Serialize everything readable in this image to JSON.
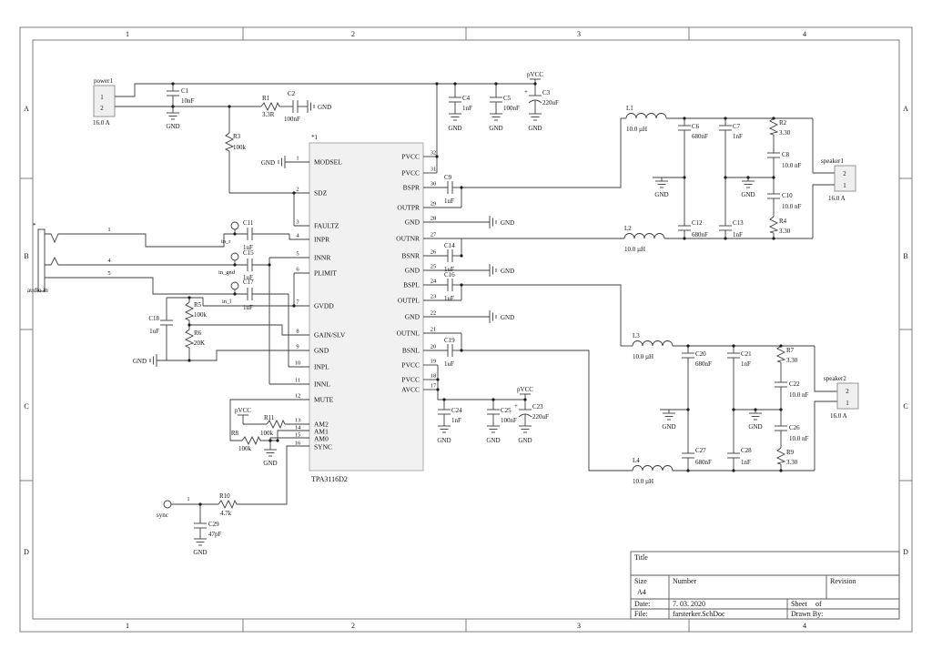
{
  "grid": {
    "cols": [
      "1",
      "2",
      "3",
      "4"
    ],
    "rows": [
      "A",
      "B",
      "C",
      "D"
    ]
  },
  "labels": {
    "gnd": "GND",
    "pvcc": "pVCC",
    "star": "*",
    "audio_in": "audio in",
    "plus": "+"
  },
  "ic": {
    "designator": "*1",
    "part": "TPA3116D2",
    "left": [
      {
        "n": "1",
        "t": "MODSEL"
      },
      {
        "n": "2",
        "t": "SDZ"
      },
      {
        "n": "3",
        "t": "FAULTZ"
      },
      {
        "n": "4",
        "t": "INPR"
      },
      {
        "n": "5",
        "t": "INNR"
      },
      {
        "n": "6",
        "t": "PLIMIT"
      },
      {
        "n": "7",
        "t": "GVDD"
      },
      {
        "n": "8",
        "t": "GAIN/SLV"
      },
      {
        "n": "9",
        "t": "GND"
      },
      {
        "n": "10",
        "t": "INPL"
      },
      {
        "n": "11",
        "t": "INNL"
      },
      {
        "n": "12",
        "t": "MUTE"
      },
      {
        "n": "13",
        "t": "AM2"
      },
      {
        "n": "14",
        "t": "AM1"
      },
      {
        "n": "15",
        "t": "AM0"
      },
      {
        "n": "16",
        "t": "SYNC"
      }
    ],
    "right": [
      {
        "n": "32",
        "t": "PVCC"
      },
      {
        "n": "31",
        "t": "PVCC"
      },
      {
        "n": "30",
        "t": "BSPR"
      },
      {
        "n": "29",
        "t": "OUTPR"
      },
      {
        "n": "28",
        "t": "GND"
      },
      {
        "n": "27",
        "t": "OUTNR"
      },
      {
        "n": "26",
        "t": "BSNR"
      },
      {
        "n": "25",
        "t": "GND"
      },
      {
        "n": "24",
        "t": "BSPL"
      },
      {
        "n": "23",
        "t": "OUTPL"
      },
      {
        "n": "22",
        "t": "GND"
      },
      {
        "n": "21",
        "t": "OUTNL"
      },
      {
        "n": "20",
        "t": "BSNL"
      },
      {
        "n": "19",
        "t": "PVCC"
      },
      {
        "n": "18",
        "t": "PVCC"
      },
      {
        "n": "17",
        "t": "AVCC"
      }
    ]
  },
  "conn": {
    "power1": {
      "name": "power1",
      "p1": "1",
      "p2": "2",
      "rating": "16.0 A"
    },
    "speaker1": {
      "name": "speaker1",
      "p2": "2",
      "p1": "1",
      "rating": "16.0 A"
    },
    "speaker2": {
      "name": "speaker2",
      "p2": "2",
      "p1": "1",
      "rating": "16.0 A"
    },
    "sync": {
      "name": "sync",
      "p1": "1"
    },
    "audio": {
      "p1": "1",
      "p4": "4",
      "p5": "5"
    }
  },
  "tp": {
    "r": "in_r",
    "g": "in_gnd",
    "l": "in_l"
  },
  "c": {
    "C1": {
      "r": "C1",
      "v": "10nF"
    },
    "C2": {
      "r": "C2",
      "v": "100nF"
    },
    "C3": {
      "r": "C3",
      "v": "220uF"
    },
    "C4": {
      "r": "C4",
      "v": "1nF"
    },
    "C5": {
      "r": "C5",
      "v": "100nF"
    },
    "C6": {
      "r": "C6",
      "v": "680nF"
    },
    "C7": {
      "r": "C7",
      "v": "1nF"
    },
    "C8": {
      "r": "C8",
      "v": "10.0 nF"
    },
    "C9": {
      "r": "C9",
      "v": "1uF"
    },
    "C10": {
      "r": "C10",
      "v": "10.0 nF"
    },
    "C11": {
      "r": "C11",
      "v": "1uF"
    },
    "C12": {
      "r": "C12",
      "v": "680nF"
    },
    "C13": {
      "r": "C13",
      "v": "1nF"
    },
    "C14": {
      "r": "C14",
      "v": "1uF"
    },
    "C15": {
      "r": "C15",
      "v": "1uF"
    },
    "C16": {
      "r": "C16",
      "v": "1uF"
    },
    "C17": {
      "r": "C17",
      "v": "1uF"
    },
    "C18": {
      "r": "C18",
      "v": "1uF"
    },
    "C19": {
      "r": "C19",
      "v": "1uF"
    },
    "C20": {
      "r": "C20",
      "v": "680nF"
    },
    "C21": {
      "r": "C21",
      "v": "1nF"
    },
    "C22": {
      "r": "C22",
      "v": "10.0 nF"
    },
    "C23": {
      "r": "C23",
      "v": "220uF"
    },
    "C24": {
      "r": "C24",
      "v": "1nF"
    },
    "C25": {
      "r": "C25",
      "v": "100nF"
    },
    "C26": {
      "r": "C26",
      "v": "10.0 nF"
    },
    "C27": {
      "r": "C27",
      "v": "680nF"
    },
    "C28": {
      "r": "C28",
      "v": "1nF"
    },
    "C29": {
      "r": "C29",
      "v": "47pF"
    },
    "R1": {
      "r": "R1",
      "v": "3.3R"
    },
    "R2": {
      "r": "R2",
      "v": "3.30"
    },
    "R3": {
      "r": "R3",
      "v": "100k"
    },
    "R4": {
      "r": "R4",
      "v": "3.30"
    },
    "R5": {
      "r": "R5",
      "v": "100k"
    },
    "R6": {
      "r": "R6",
      "v": "20K"
    },
    "R7": {
      "r": "R7",
      "v": "3.30"
    },
    "R8": {
      "r": "R8",
      "v": "100k"
    },
    "R9": {
      "r": "R9",
      "v": "3.30"
    },
    "R10": {
      "r": "R10",
      "v": "4.7k"
    },
    "R11": {
      "r": "R11",
      "v": "100k"
    },
    "L1": {
      "r": "L1",
      "v": "10.0 µH"
    },
    "L2": {
      "r": "L2",
      "v": "10.0 µH"
    },
    "L3": {
      "r": "L3",
      "v": "10.0 µH"
    },
    "L4": {
      "r": "L4",
      "v": "10.0 µH"
    }
  },
  "tb": {
    "title": "Title",
    "size_label": "Size",
    "size": "A4",
    "number_label": "Number",
    "revision_label": "Revision",
    "date_label": "Date:",
    "date": "7. 03. 2020",
    "sheet_label": "Sheet",
    "of_label": "of",
    "file_label": "File:",
    "file": "farsterker.SchDoc",
    "drawn_label": "Drawn By:"
  }
}
